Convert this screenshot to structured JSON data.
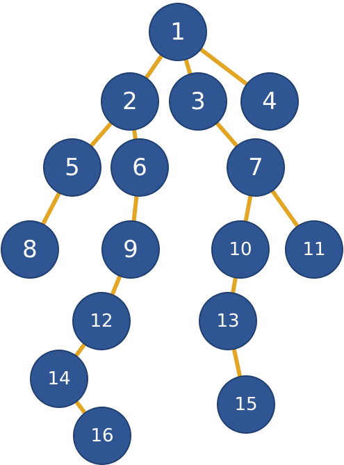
{
  "colors": {
    "node_fill": "#2f5693",
    "node_stroke": "#1f3f70",
    "edge": "#e2a524",
    "label": "#ffffff"
  },
  "nodes": [
    {
      "id": "1",
      "label": "1"
    },
    {
      "id": "2",
      "label": "2"
    },
    {
      "id": "3",
      "label": "3"
    },
    {
      "id": "4",
      "label": "4"
    },
    {
      "id": "5",
      "label": "5"
    },
    {
      "id": "6",
      "label": "6"
    },
    {
      "id": "7",
      "label": "7"
    },
    {
      "id": "8",
      "label": "8"
    },
    {
      "id": "9",
      "label": "9"
    },
    {
      "id": "10",
      "label": "10"
    },
    {
      "id": "11",
      "label": "11"
    },
    {
      "id": "12",
      "label": "12"
    },
    {
      "id": "13",
      "label": "13"
    },
    {
      "id": "14",
      "label": "14"
    },
    {
      "id": "15",
      "label": "15"
    },
    {
      "id": "16",
      "label": "16"
    }
  ],
  "edges": [
    [
      "1",
      "2"
    ],
    [
      "1",
      "3"
    ],
    [
      "1",
      "4"
    ],
    [
      "2",
      "5"
    ],
    [
      "2",
      "6"
    ],
    [
      "3",
      "7"
    ],
    [
      "5",
      "8"
    ],
    [
      "6",
      "9"
    ],
    [
      "7",
      "10"
    ],
    [
      "7",
      "11"
    ],
    [
      "9",
      "12"
    ],
    [
      "10",
      "13"
    ],
    [
      "12",
      "14"
    ],
    [
      "13",
      "15"
    ],
    [
      "14",
      "16"
    ]
  ]
}
